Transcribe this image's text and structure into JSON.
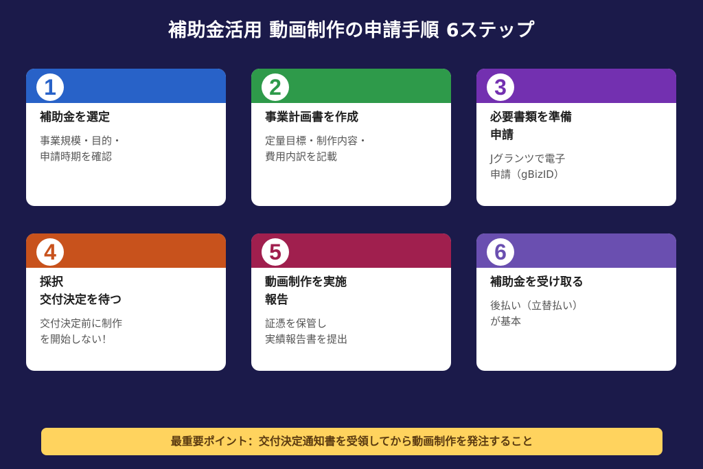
{
  "title": "補助金活用 動画制作の申請手順 6ステップ",
  "steps": [
    {
      "number": "1",
      "color": "#2862c8",
      "title": "補助金を選定",
      "desc": "事業規模・目的・\n申請時期を確認"
    },
    {
      "number": "2",
      "color": "#2e9a4a",
      "title": "事業計画書を作成",
      "desc": "定量目標・制作内容・\n費用内訳を記載"
    },
    {
      "number": "3",
      "color": "#7330b0",
      "title": "必要書類を準備\n申請",
      "desc": "Jグランツで電子\n申請（gBizID）"
    },
    {
      "number": "4",
      "color": "#c8521c",
      "title": "採択\n交付決定を待つ",
      "desc": "交付決定前に制作\nを開始しない！"
    },
    {
      "number": "5",
      "color": "#a01f4e",
      "title": "動画制作を実施\n報告",
      "desc": "証憑を保管し\n実績報告書を提出"
    },
    {
      "number": "6",
      "color": "#6a4fb0",
      "title": "補助金を受け取る",
      "desc": "後払い（立替払い）\nが基本"
    }
  ],
  "banner": {
    "text": "最重要ポイント：交付決定通知書を受領してから動画制作を発注すること",
    "bg_color": "#ffd35e",
    "text_color": "#5a3a10"
  },
  "colors": {
    "background": "#1b1a4a",
    "card": "#ffffff"
  }
}
